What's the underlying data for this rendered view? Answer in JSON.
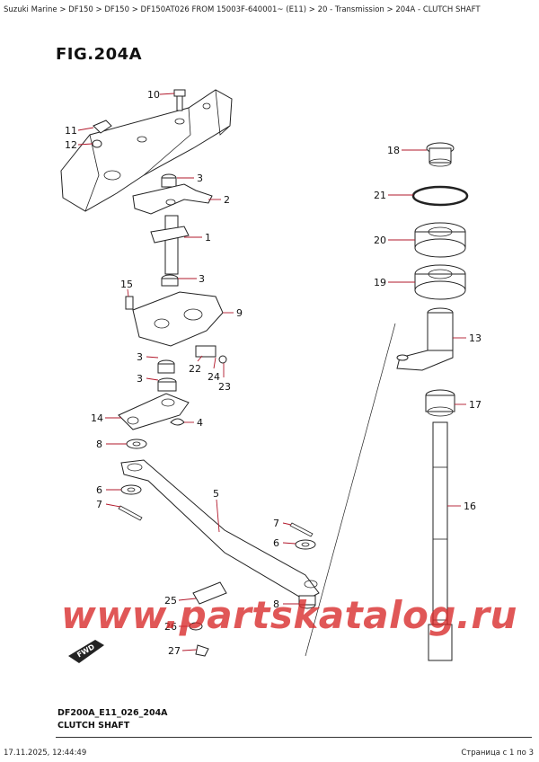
{
  "breadcrumb": "Suzuki Marine > DF150 > DF150 > DF150AT026 FROM 15003F-640001~ (E11) > 20 - Transmission > 204A - CLUTCH SHAFT",
  "figure_title": "FIG.204A",
  "callouts": [
    "10",
    "11",
    "12",
    "3",
    "2",
    "1",
    "3",
    "15",
    "9",
    "3",
    "22",
    "24",
    "23",
    "3",
    "14",
    "4",
    "8",
    "6",
    "7",
    "5",
    "7",
    "6",
    "8",
    "25",
    "26",
    "27",
    "18",
    "21",
    "20",
    "19",
    "13",
    "17",
    "16"
  ],
  "fwd_label": "FWD",
  "drawing_code": "DF200A_E11_026_204A",
  "drawing_caption": "CLUTCH SHAFT",
  "watermark": "www.partskatalog.ru",
  "timestamp": "17.11.2025, 12:44:49",
  "page_indicator": "Страница с 1 по 3",
  "colors": {
    "leader": "#b2182b",
    "watermark": "#d72828",
    "ink": "#222222"
  }
}
